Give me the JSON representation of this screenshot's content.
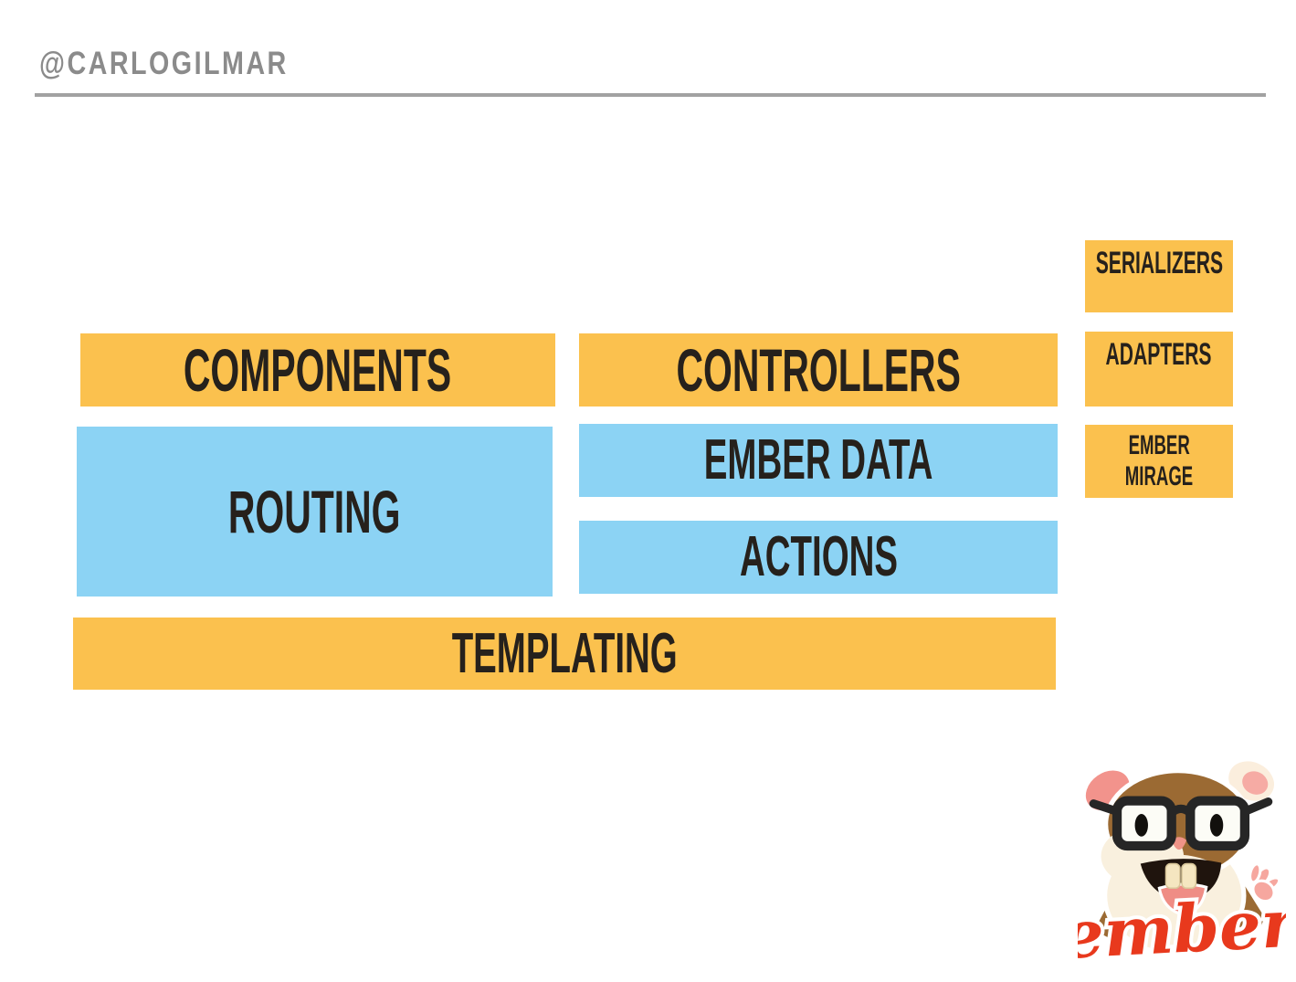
{
  "slide": {
    "handle": "@CARLOGILMAR",
    "blocks": {
      "serializers": "SERIALIZERS",
      "components": "COMPONENTS",
      "controllers": "CONTROLLERS",
      "adapters": "ADAPTERS",
      "routing": "ROUTING",
      "ember_data": "EMBER DATA",
      "ember_mirage": [
        "EMBER",
        "MIRAGE"
      ],
      "actions": "ACTIONS",
      "templating": "TEMPLATING"
    },
    "logo": {
      "wordmark": "ember"
    },
    "colors": {
      "orange": "#fbc14e",
      "blue": "#8cd3f4",
      "label_dark": "#26211c",
      "handle_gray": "#8b8b8b",
      "rule_gray": "#a2a2a2",
      "ember_red": "#e8391d"
    }
  }
}
